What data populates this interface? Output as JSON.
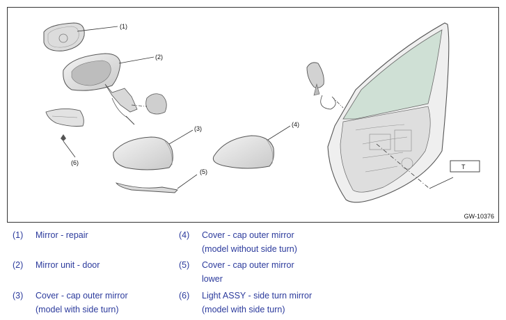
{
  "figure": {
    "callouts": [
      "(1)",
      "(2)",
      "(3)",
      "(4)",
      "(5)",
      "(6)"
    ],
    "door_tag": "T",
    "figure_code": "GW-10376"
  },
  "legend": [
    {
      "num": "(1)",
      "line1": "Mirror - repair",
      "line2": ""
    },
    {
      "num": "(2)",
      "line1": "Mirror unit - door",
      "line2": ""
    },
    {
      "num": "(3)",
      "line1": "Cover - cap outer mirror",
      "line2": "(model with side turn)"
    },
    {
      "num": "(4)",
      "line1": "Cover - cap outer mirror",
      "line2": "(model without side turn)"
    },
    {
      "num": "(5)",
      "line1": "Cover - cap outer mirror",
      "line2": "lower"
    },
    {
      "num": "(6)",
      "line1": "Light ASSY - side turn mirror",
      "line2": "(model with side turn)"
    }
  ],
  "colors": {
    "legend_text": "#2b3a9c",
    "line": "#333333",
    "part_fill": "#e8e8e8",
    "glass_fill": "#cfe0d5"
  }
}
